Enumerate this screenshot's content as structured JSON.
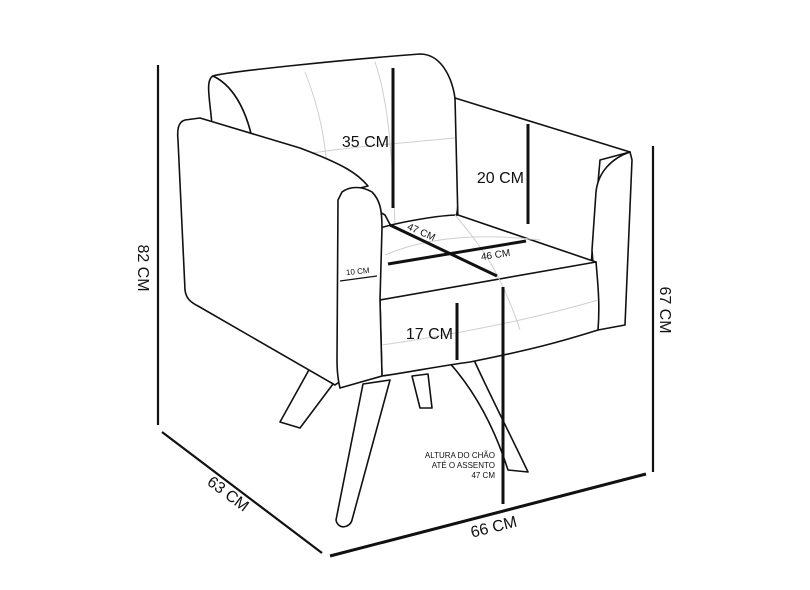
{
  "diagram": {
    "subject": "Armchair dimensions",
    "units": "CM",
    "colors": {
      "line": "#111111",
      "seam": "#cfcfcf",
      "background": "#ffffff"
    },
    "dimensions": {
      "total_height": {
        "label": "82 CM",
        "value": 82
      },
      "arm_height": {
        "label": "67 CM",
        "value": 67
      },
      "depth": {
        "label": "63 CM",
        "value": 63
      },
      "width": {
        "label": "66 CM",
        "value": 66
      },
      "backrest_height": {
        "label": "35 CM",
        "value": 35
      },
      "arm_inner_height": {
        "label": "20 CM",
        "value": 20
      },
      "seat_depth": {
        "label": "47 CM",
        "value": 47
      },
      "seat_width": {
        "label": "46 CM",
        "value": 46
      },
      "arm_width": {
        "label": "10 CM",
        "value": 10
      },
      "seat_cushion_thickness": {
        "label": "17 CM",
        "value": 17
      }
    },
    "seat_height_note": {
      "line1": "ALTURA DO CHÃO",
      "line2": "ATÉ O ASSENTO",
      "line3": "47 CM",
      "value": 47
    }
  }
}
